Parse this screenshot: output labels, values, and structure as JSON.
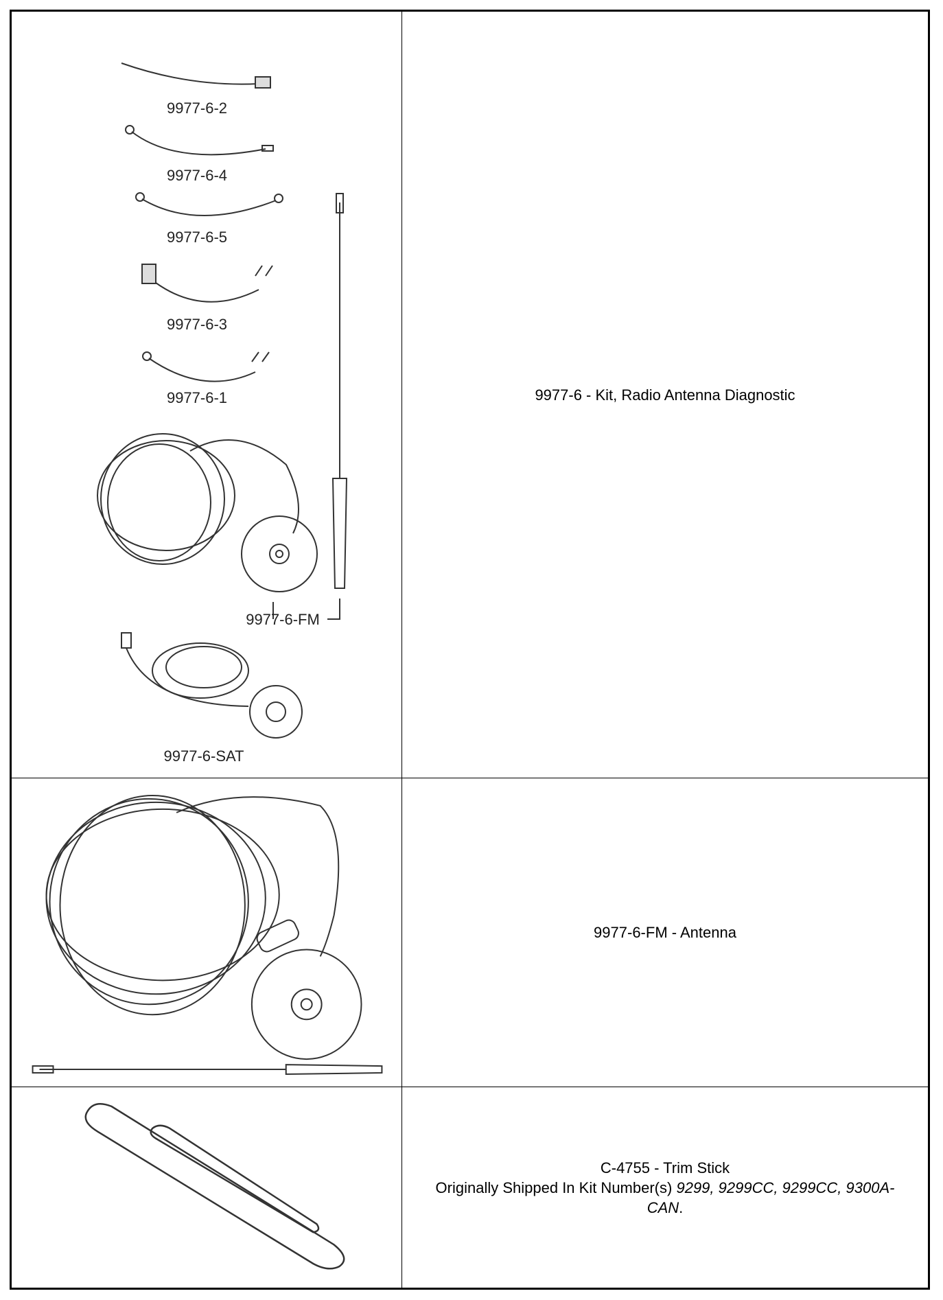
{
  "rows": [
    {
      "part_labels": [
        "9977-6-2",
        "9977-6-4",
        "9977-6-5",
        "9977-6-3",
        "9977-6-1",
        "9977-6-FM",
        "9977-6-SAT"
      ],
      "description": "9977-6 - Kit, Radio Antenna Diagnostic"
    },
    {
      "description": "9977-6-FM - Antenna"
    },
    {
      "description_line1": "C-4755 - Trim Stick",
      "shipped_prefix": "Originally Shipped In Kit Number(s)",
      "kit_numbers": "9299, 9299CC, 9299CC, 9300A-CAN",
      "trailing_period": "."
    }
  ]
}
